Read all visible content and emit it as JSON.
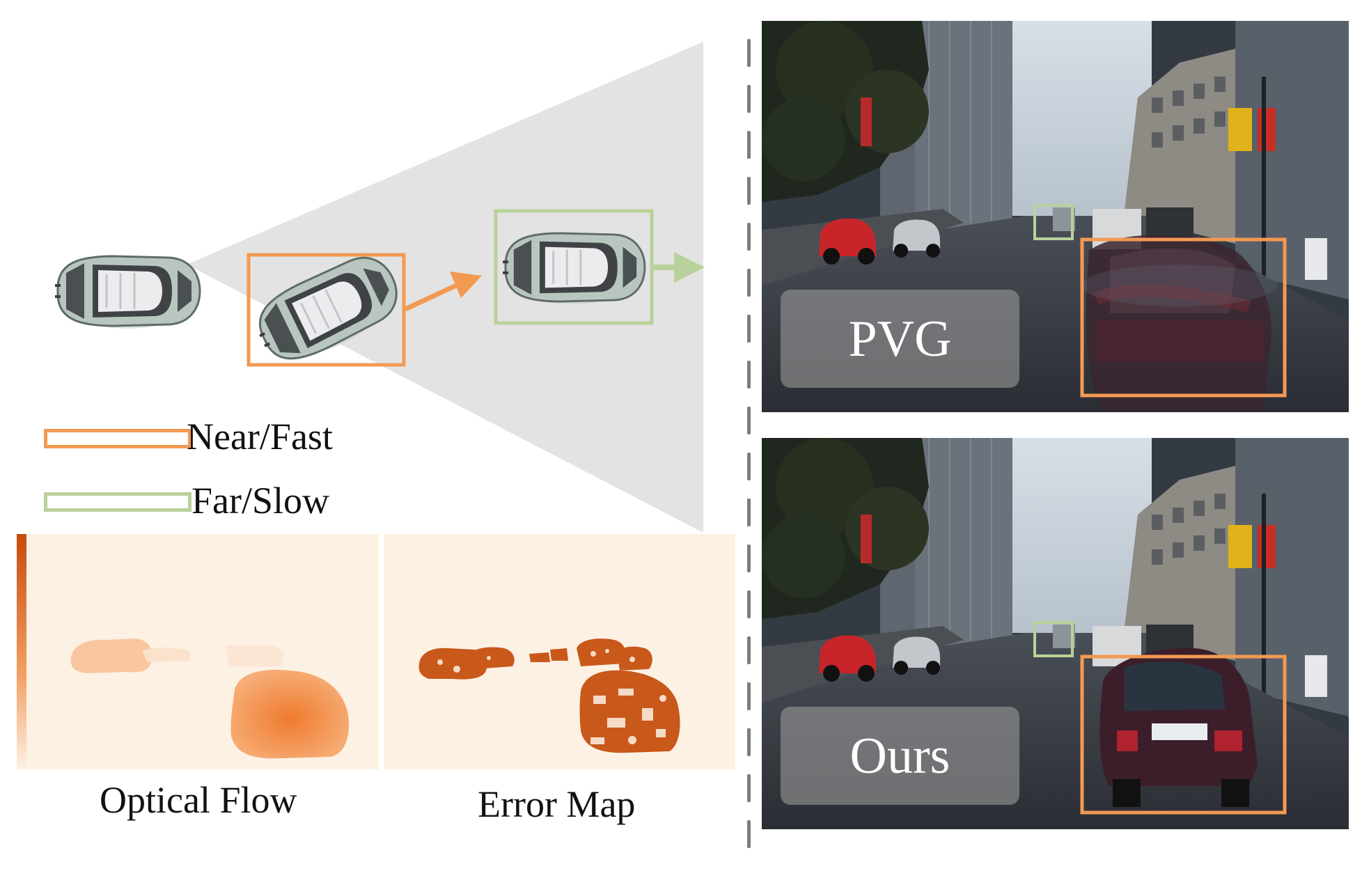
{
  "legend": [
    {
      "label": "Near/Fast",
      "color": "#f39a52"
    },
    {
      "label": "Far/Slow",
      "color": "#b9d19a"
    }
  ],
  "maps": [
    {
      "caption": "Optical Flow"
    },
    {
      "caption": "Error Map"
    }
  ],
  "results": [
    {
      "method": "PVG",
      "artifact": "blurred-car"
    },
    {
      "method": "Ours",
      "artifact": "sharp-car"
    }
  ],
  "colors": {
    "near_fast": "#f39a52",
    "far_slow": "#b9d19a",
    "frustum": "#e3e3e3",
    "map_background": "#fdf1e4",
    "map_high": "#d2540f",
    "divider": "#7d7d7d"
  }
}
